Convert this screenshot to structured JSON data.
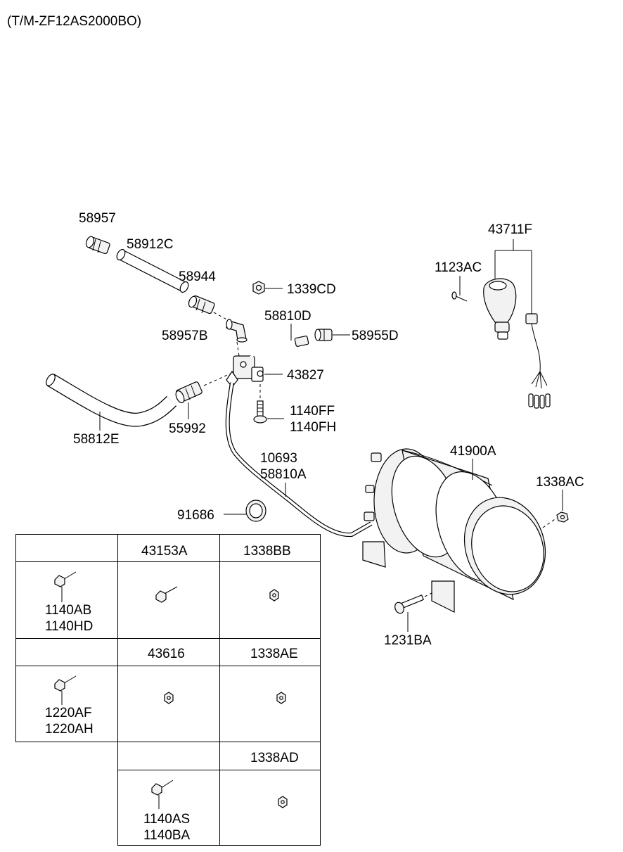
{
  "header": {
    "title": "(T/M-ZF12AS2000BO)"
  },
  "callouts": {
    "p58957": "58957",
    "p58912C": "58912C",
    "p58944": "58944",
    "p1339CD": "1339CD",
    "p58810D": "58810D",
    "p58957B": "58957B",
    "p58955D": "58955D",
    "p43827": "43827",
    "p1140FF": "1140FF",
    "p1140FH": "1140FH",
    "p58812E": "58812E",
    "p55992": "55992",
    "p10693": "10693",
    "p58810A": "58810A",
    "p41900A": "41900A",
    "p1338AC": "1338AC",
    "p91686": "91686",
    "p1231BA": "1231BA",
    "p43711F": "43711F",
    "p1123AC": "1123AC"
  },
  "table": {
    "row1_col2": "43153A",
    "row1_col3": "1338BB",
    "row2_col1_a": "1140AB",
    "row2_col1_b": "1140HD",
    "row3_col2": "43616",
    "row3_col3": "1338AE",
    "row4_col1_a": "1220AF",
    "row4_col1_b": "1220AH",
    "row5_col3": "1338AD",
    "row6_col2_a": "1140AS",
    "row6_col2_b": "1140BA"
  }
}
